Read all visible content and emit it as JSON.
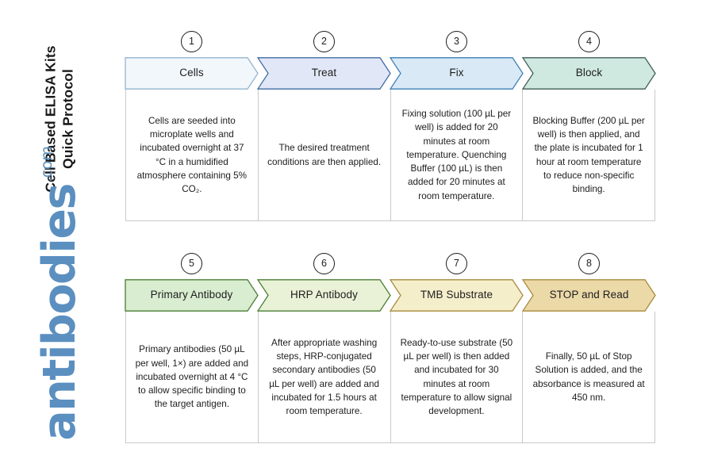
{
  "title": {
    "line1": "Cell Based ELISA Kits",
    "line2": "Quick Protocol"
  },
  "brand": {
    "word": "antibodies",
    "tld": ".com",
    "color": "#5b8fc0"
  },
  "rows": [
    {
      "id": "row-1",
      "steps": [
        {
          "number": "1",
          "label": "Cells",
          "body": "Cells are seeded into microplate wells and incubated overnight at 37 °C in a humidified atmosphere containing 5% CO₂.",
          "fill": "#f2f7fb",
          "stroke": "#93b4cf"
        },
        {
          "number": "2",
          "label": "Treat",
          "body": "The desired treatment conditions are then applied.",
          "fill": "#e2e7f7",
          "stroke": "#3f6ca3"
        },
        {
          "number": "3",
          "label": "Fix",
          "body": "Fixing solution (100 µL per well) is added for 20 minutes at room temperature. Quenching Buffer (100 µL) is then added for 20 minutes at room temperature.",
          "fill": "#d9eaf6",
          "stroke": "#3d7fb5"
        },
        {
          "number": "4",
          "label": "Block",
          "body": "Blocking Buffer (200 µL per well) is then applied, and the plate is incubated for 1 hour at room temperature to reduce non-specific binding.",
          "fill": "#cfe9e0",
          "stroke": "#3f5e58"
        }
      ]
    },
    {
      "id": "row-2",
      "steps": [
        {
          "number": "5",
          "label": "Primary Antibody",
          "body": "Primary antibodies (50 µL per well, 1×) are added and incubated overnight at 4 °C to allow specific binding to the target antigen.",
          "fill": "#d9edd1",
          "stroke": "#4a7d33"
        },
        {
          "number": "6",
          "label": "HRP Antibody",
          "body": "After appropriate washing steps, HRP-conjugated secondary antibodies (50 µL per well) are added and incubated for 1.5 hours at room temperature.",
          "fill": "#e9f2d6",
          "stroke": "#4a7d33"
        },
        {
          "number": "7",
          "label": "TMB Substrate",
          "body": "Ready-to-use substrate (50 µL per well) is then added and incubated for 30 minutes at room temperature to allow signal development.",
          "fill": "#f5eecb",
          "stroke": "#a68b3c"
        },
        {
          "number": "8",
          "label": "STOP and Read",
          "body": "Finally, 50 µL of Stop Solution is added, and the absorbance is measured at 450 nm.",
          "fill": "#ecd9a8",
          "stroke": "#a68b3c"
        }
      ]
    }
  ]
}
